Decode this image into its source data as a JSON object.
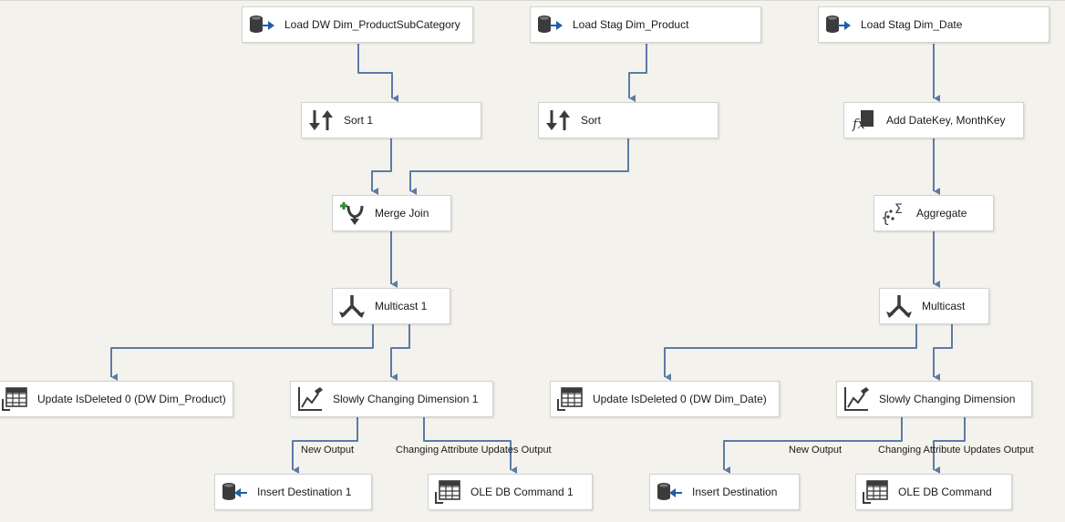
{
  "nodes": {
    "load_dw_subcat": {
      "label": "Load DW Dim_ProductSubCategory",
      "icon": "ole-db-source-icon"
    },
    "load_stag_product": {
      "label": "Load Stag Dim_Product",
      "icon": "ole-db-source-icon"
    },
    "load_stag_date": {
      "label": "Load Stag Dim_Date",
      "icon": "ole-db-source-icon"
    },
    "sort1": {
      "label": "Sort 1",
      "icon": "sort-icon"
    },
    "sort": {
      "label": "Sort",
      "icon": "sort-icon"
    },
    "add_datekey": {
      "label": "Add DateKey, MonthKey",
      "icon": "derived-column-icon"
    },
    "merge_join": {
      "label": "Merge Join",
      "icon": "merge-join-icon"
    },
    "aggregate": {
      "label": "Aggregate",
      "icon": "aggregate-icon"
    },
    "multicast1": {
      "label": "Multicast 1",
      "icon": "multicast-icon"
    },
    "multicast": {
      "label": "Multicast",
      "icon": "multicast-icon"
    },
    "update_product": {
      "label": "Update IsDeleted 0 (DW Dim_Product)",
      "icon": "ole-db-command-icon"
    },
    "scd1": {
      "label": "Slowly Changing Dimension 1",
      "icon": "scd-icon"
    },
    "update_date": {
      "label": "Update IsDeleted 0 (DW Dim_Date)",
      "icon": "ole-db-command-icon"
    },
    "scd": {
      "label": "Slowly Changing Dimension",
      "icon": "scd-icon"
    },
    "insert_dest1": {
      "label": "Insert Destination 1",
      "icon": "ole-db-destination-icon"
    },
    "oledb_cmd1": {
      "label": "OLE DB Command 1",
      "icon": "ole-db-command-icon"
    },
    "insert_dest": {
      "label": "Insert Destination",
      "icon": "ole-db-destination-icon"
    },
    "oledb_cmd": {
      "label": "OLE DB Command",
      "icon": "ole-db-command-icon"
    }
  },
  "edge_labels": {
    "new_output_1": "New Output",
    "changing_updates_1": "Changing Attribute Updates Output",
    "new_output_2": "New Output",
    "changing_updates_2": "Changing Attribute Updates Output"
  },
  "colors": {
    "wire": "#5b7ba7",
    "background": "#f4f2ec",
    "icon_dark": "#3b3b3b",
    "icon_blue": "#1f5fa8",
    "icon_green": "#2e8b2e"
  }
}
